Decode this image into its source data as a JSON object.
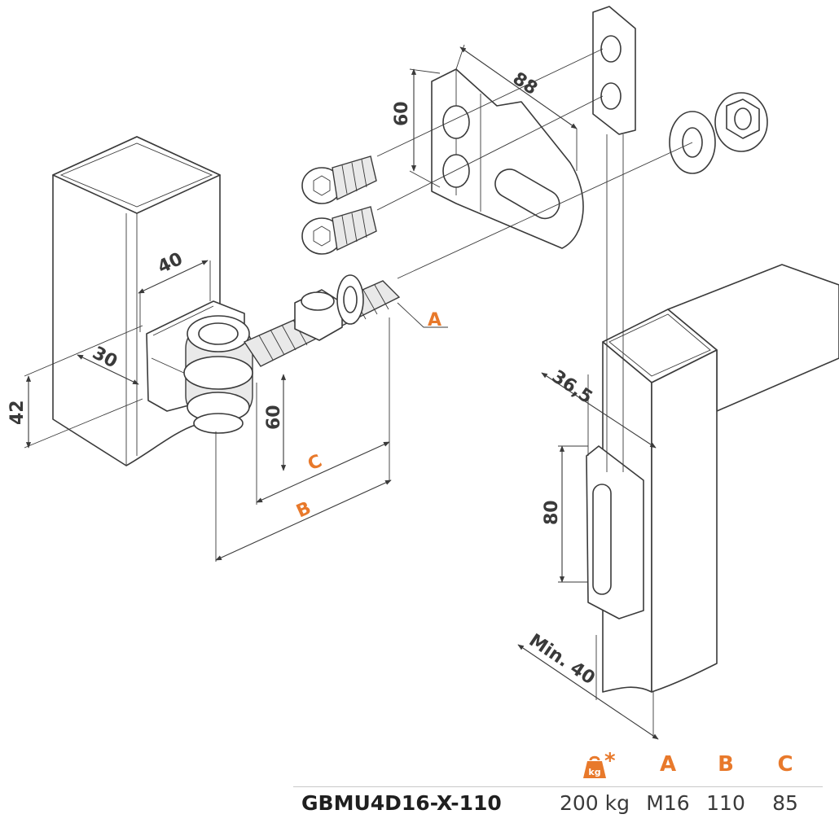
{
  "colors": {
    "accent": "#e8792b",
    "line": "#3a3a3a"
  },
  "dimensions": {
    "post_width": "40",
    "post_depth": "30",
    "post_height": "42",
    "pin_height": "60",
    "bracket_length": "88",
    "bracket_height": "60",
    "slot_offset": "36,5",
    "slot_height": "80",
    "min_gap": "Min. 40",
    "label_a": "A",
    "label_b": "B",
    "label_c": "C"
  },
  "spec_table": {
    "weight_icon": "kg-weight-icon",
    "weight_icon_text": "kg",
    "asterisk": "*",
    "headers": {
      "a": "A",
      "b": "B",
      "c": "C"
    },
    "row": {
      "model": "GBMU4D16-X-110",
      "weight": "200 kg",
      "a": "M16",
      "b": "110",
      "c": "85"
    }
  }
}
